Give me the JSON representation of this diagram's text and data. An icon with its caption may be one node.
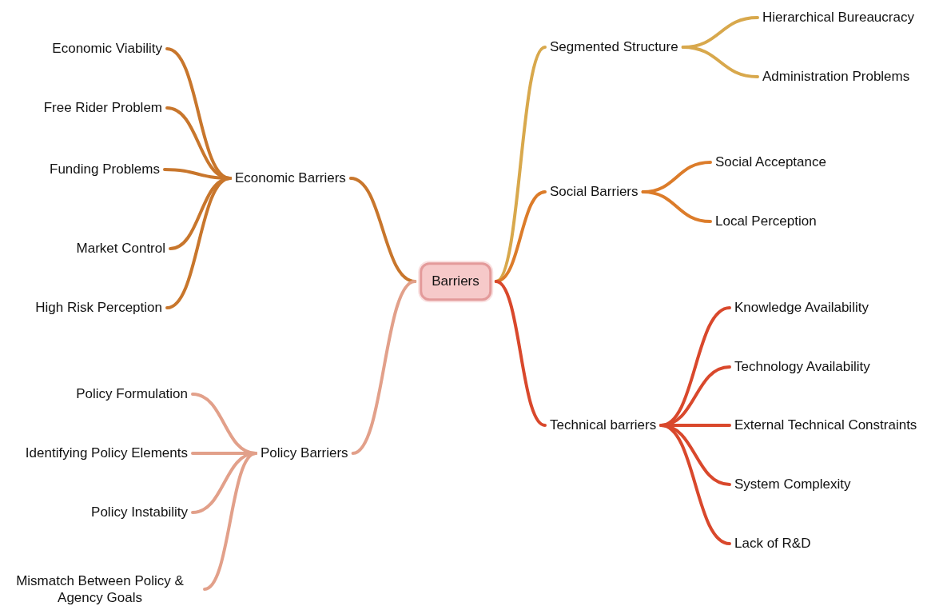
{
  "diagram": {
    "nodes": [
      {
        "text": [
          "Barriers"
        ]
      },
      {
        "text": [
          "Economic Barriers"
        ]
      },
      {
        "text": [
          "Economic Viability"
        ]
      },
      {
        "text": [
          "Free Rider Problem"
        ]
      },
      {
        "text": [
          "Funding Problems"
        ]
      },
      {
        "text": [
          "Market Control"
        ]
      },
      {
        "text": [
          "High Risk Perception"
        ]
      },
      {
        "text": [
          "Policy Barriers"
        ]
      },
      {
        "text": [
          "Policy Formulation"
        ]
      },
      {
        "text": [
          "Identifying Policy Elements"
        ]
      },
      {
        "text": [
          "Policy Instability"
        ]
      },
      {
        "text": [
          "Mismatch Between Policy & Agency Goals"
        ]
      },
      {
        "text": [
          "Segmented Structure"
        ]
      },
      {
        "text": [
          "Hierarchical Bureaucracy"
        ]
      },
      {
        "text": [
          "Administration Problems"
        ]
      },
      {
        "text": [
          "Social Barriers"
        ]
      },
      {
        "text": [
          "Social Acceptance"
        ]
      },
      {
        "text": [
          "Local Perception"
        ]
      },
      {
        "text": [
          "Technical barriers"
        ]
      },
      {
        "text": [
          "Knowledge Availability"
        ]
      },
      {
        "text": [
          "Technology Availability"
        ]
      },
      {
        "text": [
          "External Technical Constraints"
        ]
      },
      {
        "text": [
          "System Complexity"
        ]
      },
      {
        "text": [
          "Lack of R&D"
        ]
      }
    ],
    "edges": [
      {
        "from": 0,
        "to": 1,
        "arrow": "none",
        "color": "#c8762c"
      },
      {
        "from": 1,
        "to": 2,
        "arrow": "none",
        "color": "#c8762c"
      },
      {
        "from": 1,
        "to": 3,
        "arrow": "none",
        "color": "#c8762c"
      },
      {
        "from": 1,
        "to": 4,
        "arrow": "none",
        "color": "#c8762c"
      },
      {
        "from": 1,
        "to": 5,
        "arrow": "none",
        "color": "#c8762c"
      },
      {
        "from": 1,
        "to": 6,
        "arrow": "none",
        "color": "#c8762c"
      },
      {
        "from": 0,
        "to": 7,
        "arrow": "none",
        "color": "#e2a08a"
      },
      {
        "from": 7,
        "to": 8,
        "arrow": "none",
        "color": "#e2a08a"
      },
      {
        "from": 7,
        "to": 9,
        "arrow": "none",
        "color": "#e2a08a"
      },
      {
        "from": 7,
        "to": 10,
        "arrow": "none",
        "color": "#e2a08a"
      },
      {
        "from": 7,
        "to": 11,
        "arrow": "none",
        "color": "#e2a08a"
      },
      {
        "from": 0,
        "to": 12,
        "arrow": "none",
        "color": "#d8a84c"
      },
      {
        "from": 12,
        "to": 13,
        "arrow": "none",
        "color": "#d8a84c"
      },
      {
        "from": 12,
        "to": 14,
        "arrow": "none",
        "color": "#d8a84c"
      },
      {
        "from": 0,
        "to": 15,
        "arrow": "none",
        "color": "#dc7c2a"
      },
      {
        "from": 15,
        "to": 16,
        "arrow": "none",
        "color": "#dc7c2a"
      },
      {
        "from": 15,
        "to": 17,
        "arrow": "none",
        "color": "#dc7c2a"
      },
      {
        "from": 0,
        "to": 18,
        "arrow": "none",
        "color": "#d9482c"
      },
      {
        "from": 18,
        "to": 19,
        "arrow": "none",
        "color": "#d9482c"
      },
      {
        "from": 18,
        "to": 20,
        "arrow": "none",
        "color": "#d9482c"
      },
      {
        "from": 18,
        "to": 21,
        "arrow": "none",
        "color": "#d9482c"
      },
      {
        "from": 18,
        "to": 22,
        "arrow": "none",
        "color": "#d9482c"
      },
      {
        "from": 18,
        "to": 23,
        "arrow": "none",
        "color": "#d9482c"
      }
    ]
  }
}
